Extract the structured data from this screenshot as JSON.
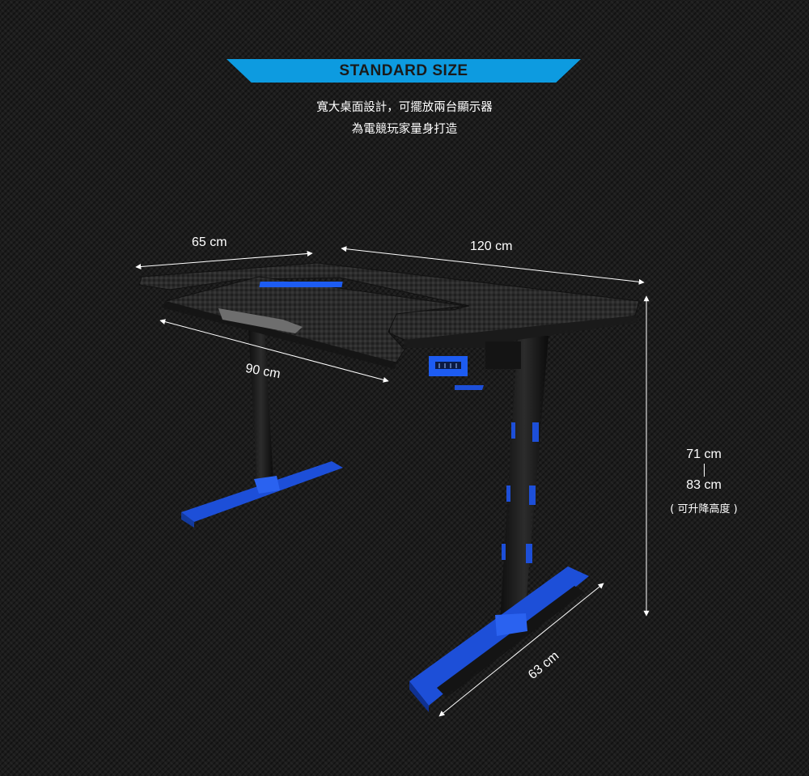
{
  "header": {
    "badge": "STANDARD SIZE",
    "line1": "寬大桌面設計，可擺放兩台顯示器",
    "line2": "為電競玩家量身打造"
  },
  "dimensions": {
    "side_depth": "65 cm",
    "width": "120 cm",
    "inner_depth": "90 cm",
    "base": "63 cm",
    "height_min": "71 cm",
    "height_max": "83 cm",
    "height_note": "( 可升降高度 )"
  },
  "colors": {
    "accent": "#0d9be0",
    "leg_blue": "#1d4fd8",
    "background": "#1c1c1c",
    "desk_top": "#2a2a2a"
  }
}
